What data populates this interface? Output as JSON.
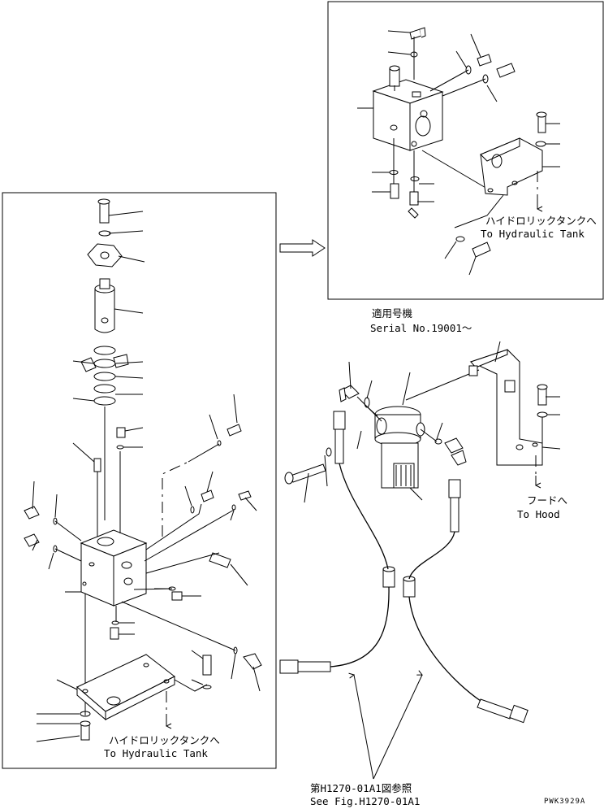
{
  "inset": {
    "serial_jp": "適用号機",
    "serial_en": "Serial No.19001～",
    "tank_jp": "ハイドロリックタンクへ",
    "tank_en": "To Hydraulic Tank"
  },
  "left_panel": {
    "tank_jp": "ハイドロリックタンクへ",
    "tank_en": "To Hydraulic Tank"
  },
  "right_area": {
    "hood_jp": "フードへ",
    "hood_en": "To Hood"
  },
  "reference": {
    "jp": "第H1270-01A1図参照",
    "en": "See Fig.H1270-01A1"
  },
  "drawing_code": "PWK3929A"
}
